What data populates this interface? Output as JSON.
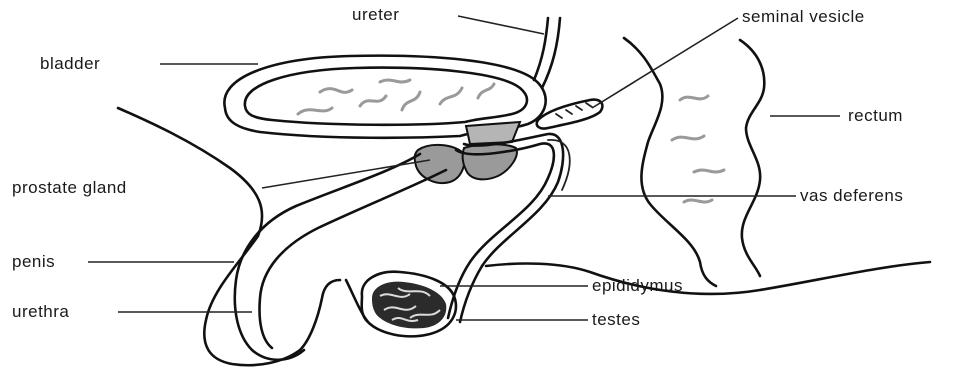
{
  "labels": {
    "ureter": "ureter",
    "bladder": "bladder",
    "seminal_vesicle": "seminal vesicle",
    "rectum": "rectum",
    "prostate_gland": "prostate gland",
    "vas_deferens": "vas deferens",
    "penis": "penis",
    "epididymus": "epididymus",
    "urethra": "urethra",
    "testes": "testes"
  },
  "colors": {
    "line": "#111111",
    "gland_fill": "#9a9a9a",
    "fold_gray": "#9a9a9a",
    "background": "#ffffff"
  }
}
